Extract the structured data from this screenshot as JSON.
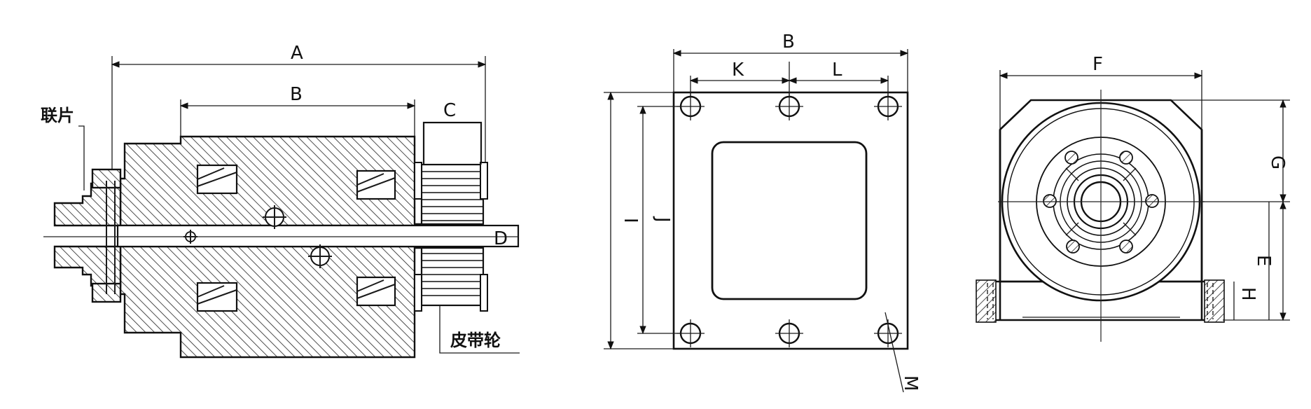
{
  "side_view": {
    "dims": {
      "A": "A",
      "B": "B",
      "C": "C",
      "D": "D"
    },
    "callouts": {
      "lian_pian": "联片",
      "pi_dai_lun": "皮带轮"
    }
  },
  "front_view": {
    "dims": {
      "B": "B",
      "K": "K",
      "L": "L",
      "I": "I",
      "J": "J",
      "M": "M"
    }
  },
  "end_view": {
    "dims": {
      "F": "F",
      "G": "G",
      "E": "E",
      "H": "H"
    }
  }
}
